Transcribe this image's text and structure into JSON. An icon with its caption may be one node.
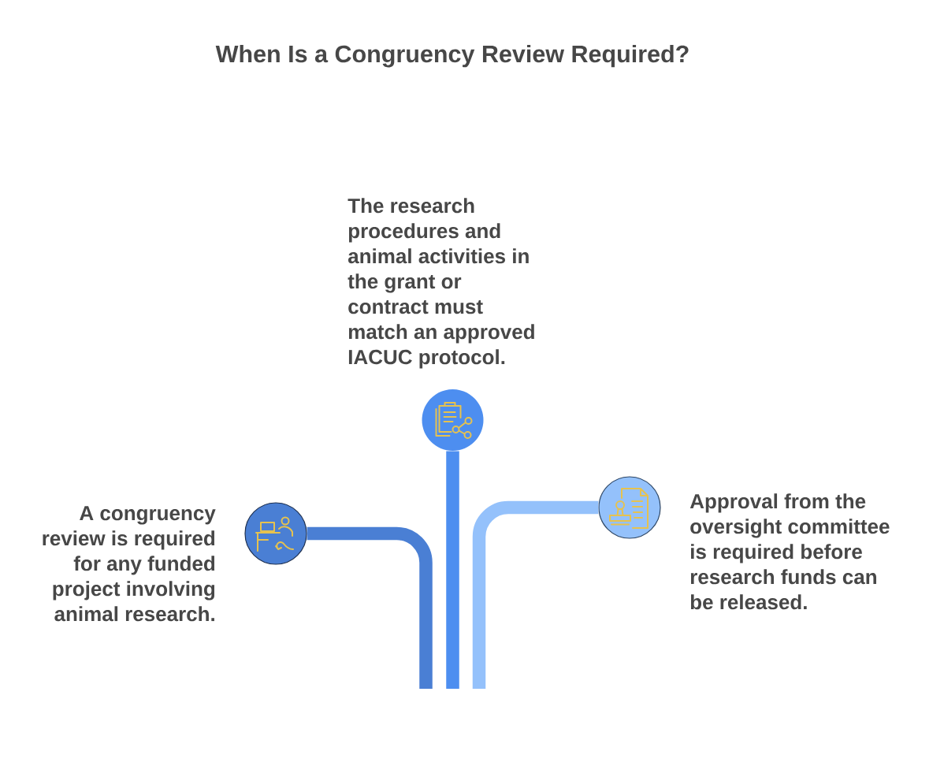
{
  "diagram": {
    "title": "When Is a Congruency Review Required?",
    "nodes": [
      {
        "text": [],
        "shape": "circle",
        "beside": [
          "A congruency review is required for any funded project involving animal research."
        ]
      },
      {
        "text": [],
        "shape": "circle",
        "beside": [
          "The research procedures and animal activities in the grant or contract must match an approved IACUC protocol."
        ]
      },
      {
        "text": [],
        "shape": "circle",
        "beside": [
          "Approval from the oversight committee is required before research funds can be released."
        ]
      }
    ],
    "edges": [
      {
        "from": 0,
        "to": null,
        "arrow": "none",
        "color": "#4a7fd4"
      },
      {
        "from": 1,
        "to": null,
        "arrow": "none",
        "color": "#4d8ef0"
      },
      {
        "from": 2,
        "to": null,
        "arrow": "none",
        "color": "#94c1fb"
      }
    ]
  }
}
